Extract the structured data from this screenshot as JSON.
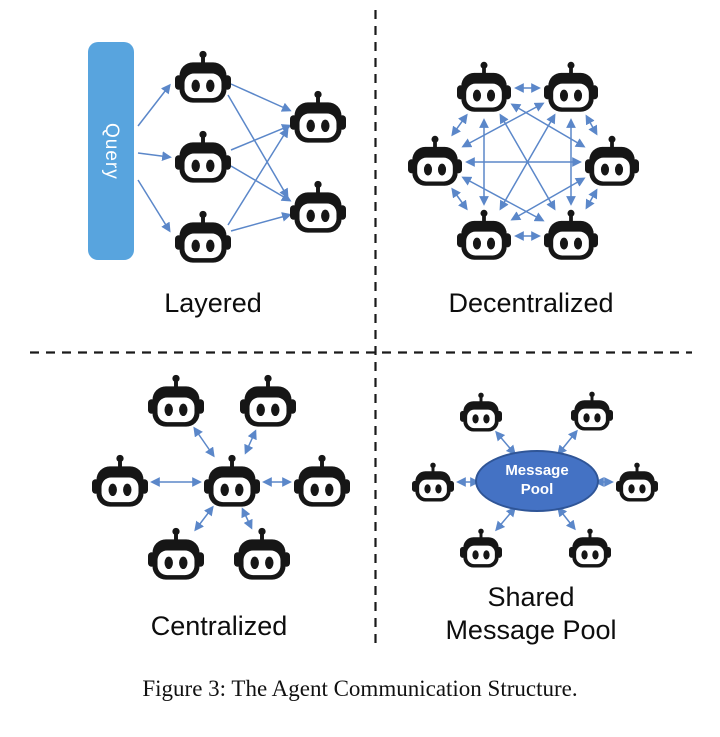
{
  "figure": {
    "caption": "Figure 3: The Agent Communication Structure."
  },
  "quadrants": {
    "layered": {
      "label": "Layered",
      "query_label": "Query"
    },
    "decentralized": {
      "label": "Decentralized"
    },
    "centralized": {
      "label": "Centralized"
    },
    "shared_message_pool": {
      "label_line1": "Shared",
      "label_line2": "Message Pool",
      "pool_label": "Message Pool"
    }
  },
  "icons": {
    "robot": "robot-icon"
  },
  "colors": {
    "arrow_blue": "#5b87c9",
    "query_box_blue": "#58a4de",
    "message_pool_fill": "#4472c4",
    "message_pool_border": "#2f5597",
    "robot_black": "#161616"
  }
}
